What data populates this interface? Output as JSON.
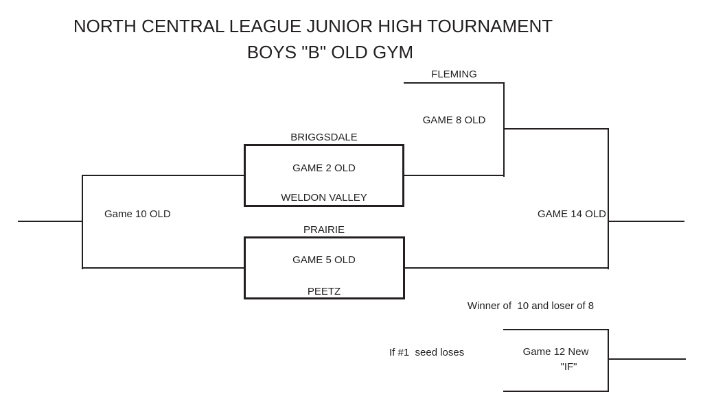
{
  "title": {
    "line1": "NORTH CENTRAL LEAGUE JUNIOR HIGH TOURNAMENT",
    "line2": "BOYS \"B\" OLD GYM"
  },
  "bracket": {
    "fleming_seed": "FLEMING",
    "game8_label": "GAME 8 OLD",
    "briggsdale_seed": "BRIGGSDALE",
    "game2_label": "GAME 2 OLD",
    "weldon_valley_seed": "WELDON VALLEY",
    "game10_label": "Game 10 OLD",
    "prairie_seed": "PRAIRIE",
    "game5_label": "GAME 5 OLD",
    "peetz_seed": "PEETZ",
    "game14_label": "GAME 14 OLD"
  },
  "if_section": {
    "winner_note": "Winner of  10 and loser of 8",
    "condition_note": "If #1  seed loses",
    "game12_label": "Game 12 New",
    "if_label": "\"IF\""
  },
  "colors": {
    "line": "#231f20",
    "text": "#221f1f",
    "background": "#ffffff"
  }
}
